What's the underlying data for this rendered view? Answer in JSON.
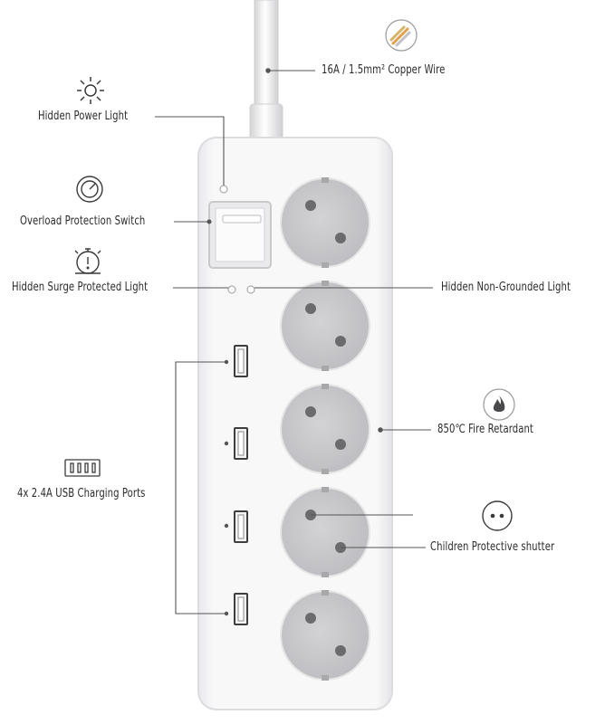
{
  "labels": {
    "wire": "16A / 1.5mm² Copper Wire",
    "power_light": "Hidden Power Light",
    "overload_switch": "Overload Protection Switch",
    "surge_light": "Hidden Surge Protected Light",
    "non_grounded_light": "Hidden Non-Grounded Light",
    "fire_retardant": "850℃ Fire Retardant",
    "usb_ports": "4x 2.4A USB Charging Ports",
    "shutter": "Children Protective shutter"
  },
  "icons": {
    "wire": "copper-wire-icon",
    "power_light": "sun-icon",
    "overload_switch": "gauge-icon",
    "surge_light": "alert-timer-icon",
    "fire_retardant": "flame-icon",
    "usb_ports": "usb-ports-icon",
    "shutter": "socket-shutter-icon"
  },
  "colors": {
    "body": "#f7f7f8",
    "socket": "#c9c9cc",
    "line": "#555555"
  }
}
